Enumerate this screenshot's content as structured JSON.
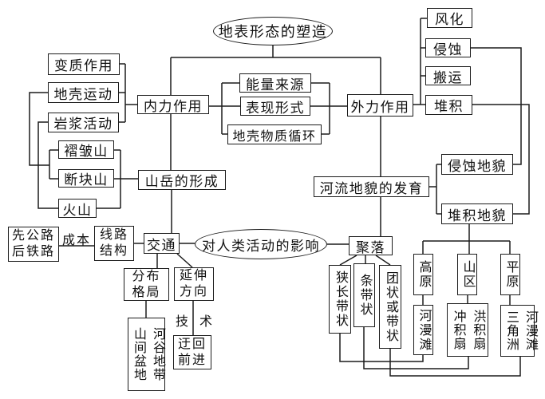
{
  "diagram": {
    "root": "地表形态的塑造",
    "human_impact": "对人类活动的影响",
    "nodes": {
      "metamorphism": "变质作用",
      "crustal_movement": "地壳运动",
      "magma_activity": "岩浆活动",
      "fold_mountain": "褶皱山",
      "fault_block_mountain": "断块山",
      "volcano": "火山",
      "internal_force": "内力作用",
      "mountain_formation": "山岳的形成",
      "energy_source": "能量来源",
      "manifestation": "表现形式",
      "crustal_material_cycle": "地壳物质循环",
      "external_force": "外力作用",
      "weathering": "风化",
      "erosion": "侵蚀",
      "transportation": "搬运",
      "deposition": "堆积",
      "erosion_landform": "侵蚀地貌",
      "deposition_landform": "堆积地貌",
      "river_landform_development": "河流地貌的发育",
      "road_before_rail": "先公路后铁路",
      "route_structure": "线路结构",
      "traffic": "交通",
      "settlement": "聚落",
      "distribution_pattern": "分布格局",
      "extension_direction": "延伸方向",
      "winding_advance": "迂回前进",
      "basin_valley_cols": [
        "山间盆地",
        "河谷地带"
      ],
      "narrow_long_belt": "狭长带状",
      "strip_belt": "条带状",
      "cluster_or_belt": "团状或带状",
      "plateau": "高原",
      "mountain_region": "山区",
      "plain": "平原",
      "floodplain": "河漫滩",
      "fan_cols": [
        "冲积扇",
        "洪积扇"
      ],
      "delta_floodplain_cols": [
        "三角洲",
        "河漫滩"
      ]
    },
    "edge_labels": {
      "cost": "成本",
      "technology": "技术"
    },
    "colors": {
      "line": "#1c1c1c",
      "box_bg": "#ffffff",
      "text": "#111111"
    },
    "edges": [
      "地表形态的塑造→内力作用",
      "地表形态的塑造→外力作用",
      "变质作用—内力作用",
      "地壳运动—内力作用",
      "岩浆活动—内力作用",
      "内力作用—能量来源/表现形式/地壳物质循环—外力作用",
      "外力作用—风化/侵蚀/搬运/堆积",
      "地壳运动→褶皱山/断块山",
      "岩浆活动→火山",
      "褶皱山/断块山/火山→山岳的形成",
      "内力作用→山岳的形成→交通",
      "外力作用→河流地貌的发育→聚落",
      "侵蚀→侵蚀地貌",
      "堆积→堆积地貌",
      "河流地貌的发育—侵蚀地貌/堆积地貌",
      "堆积地貌→高原/山区/平原",
      "高原→河漫滩",
      "山区→冲积扇/洪积扇",
      "平原→三角洲/河漫滩",
      "先公路后铁路—成本—线路结构—交通",
      "交通—对人类活动的影响—聚落",
      "交通→分布格局→山间盆地/河谷地带",
      "交通→延伸方向—技术—迂回前进",
      "聚落→狭长带状/条带状/团状或带状",
      "狭长带状—河漫滩",
      "条带状—冲积扇/洪积扇",
      "团状或带状—三角洲/河漫滩"
    ]
  }
}
